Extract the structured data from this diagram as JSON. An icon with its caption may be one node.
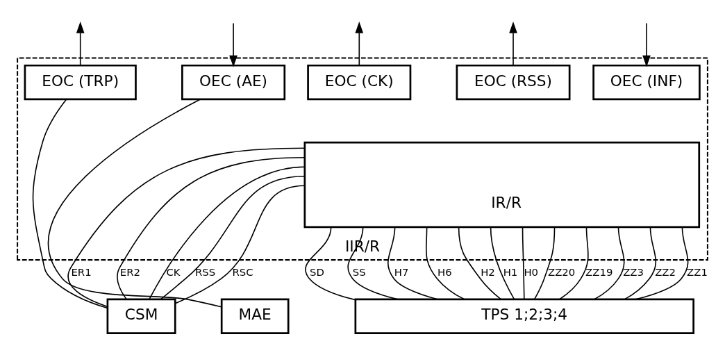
{
  "diagram": {
    "nodes": [
      {
        "text": [
          "IIR/R"
        ]
      },
      {
        "text": [
          "EOC (TRP)"
        ],
        "in": 0
      },
      {
        "text": [
          "OEC (AE)"
        ],
        "in": 0
      },
      {
        "text": [
          "OEC (INF)"
        ],
        "in": 0
      },
      {
        "text": [
          "EOC (CK)"
        ],
        "in": 0
      },
      {
        "text": [
          "EOC (RSS)"
        ],
        "in": 0
      },
      {
        "text": [
          "IR/R"
        ],
        "in": 0
      },
      {
        "text": [
          "CSM"
        ]
      },
      {
        "text": [
          "MAE"
        ]
      },
      {
        "text": [
          "TPS 1;2;3;4"
        ]
      }
    ],
    "edges": [
      {
        "from": 1,
        "to": null,
        "arrow": "to"
      },
      {
        "from": null,
        "to": 2,
        "arrow": "to"
      },
      {
        "from": null,
        "to": 3,
        "arrow": "to"
      },
      {
        "from": 4,
        "to": null,
        "arrow": "to"
      },
      {
        "from": 5,
        "to": null,
        "arrow": "to"
      },
      {
        "from": 1,
        "to": 7,
        "arrow": "none"
      },
      {
        "from": 2,
        "to": 8,
        "arrow": "none"
      },
      {
        "from": 6,
        "to": 7,
        "arrow": "none",
        "label": "ER1"
      },
      {
        "from": 6,
        "to": 7,
        "arrow": "none",
        "label": "ER2"
      },
      {
        "from": 6,
        "to": 7,
        "arrow": "none",
        "label": "CK"
      },
      {
        "from": 6,
        "to": 7,
        "arrow": "none",
        "label": "RSS"
      },
      {
        "from": 6,
        "to": 7,
        "arrow": "none",
        "label": "RSC"
      },
      {
        "from": 6,
        "to": 9,
        "arrow": "none",
        "label": "SD"
      },
      {
        "from": 6,
        "to": 9,
        "arrow": "none",
        "label": "SS"
      },
      {
        "from": 6,
        "to": 9,
        "arrow": "none",
        "label": "H7"
      },
      {
        "from": 6,
        "to": 9,
        "arrow": "none",
        "label": "H6"
      },
      {
        "from": 6,
        "to": 9,
        "arrow": "none",
        "label": "H2"
      },
      {
        "from": 6,
        "to": 9,
        "arrow": "none",
        "label": "H1"
      },
      {
        "from": 6,
        "to": 9,
        "arrow": "none",
        "label": "H0"
      },
      {
        "from": 6,
        "to": 9,
        "arrow": "none",
        "label": "ZZ20"
      },
      {
        "from": 6,
        "to": 9,
        "arrow": "none",
        "label": "ZZ19"
      },
      {
        "from": 6,
        "to": 9,
        "arrow": "none",
        "label": "ZZ3"
      },
      {
        "from": 6,
        "to": 9,
        "arrow": "none",
        "label": "ZZ2"
      },
      {
        "from": 6,
        "to": 9,
        "arrow": "none",
        "label": "ZZ1"
      }
    ]
  }
}
